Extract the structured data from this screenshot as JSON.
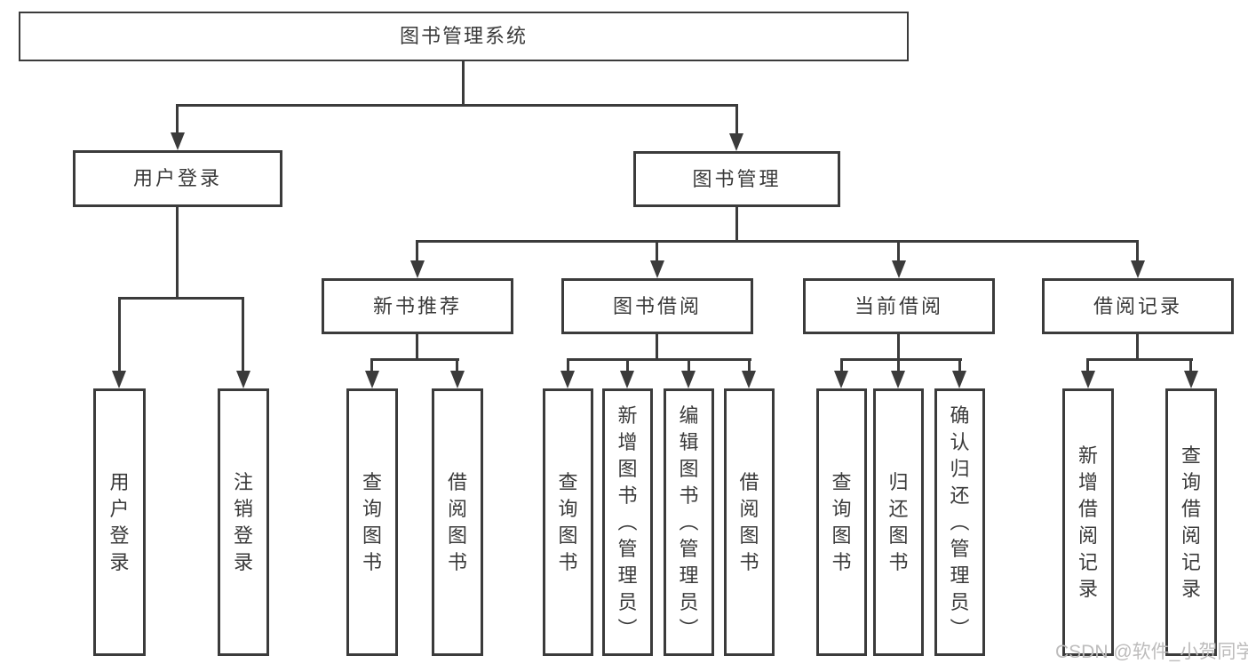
{
  "colors": {
    "line_color": "#3b3b3b",
    "text_color": "#3a3a3a",
    "watermark_color": "#bdbcbc",
    "bg_color": "#ffffff"
  },
  "watermark": "CSDN @软件_小贺同学",
  "tree": {
    "label": "图书管理系统",
    "children": [
      {
        "label": "用户登录",
        "children": [
          {
            "label": "用户登录"
          },
          {
            "label": "注销登录"
          }
        ]
      },
      {
        "label": "图书管理",
        "children": [
          {
            "label": "新书推荐",
            "children": [
              {
                "label": "查询图书"
              },
              {
                "label": "借阅图书"
              }
            ]
          },
          {
            "label": "图书借阅",
            "children": [
              {
                "label": "查询图书"
              },
              {
                "label": "新增图书（管理员）"
              },
              {
                "label": "编辑图书（管理员）"
              },
              {
                "label": "借阅图书"
              }
            ]
          },
          {
            "label": "当前借阅",
            "children": [
              {
                "label": "查询图书"
              },
              {
                "label": "归还图书"
              },
              {
                "label": "确认归还（管理员）"
              }
            ]
          },
          {
            "label": "借阅记录",
            "children": [
              {
                "label": "新增借阅记录"
              },
              {
                "label": "查询借阅记录"
              }
            ]
          }
        ]
      }
    ]
  }
}
